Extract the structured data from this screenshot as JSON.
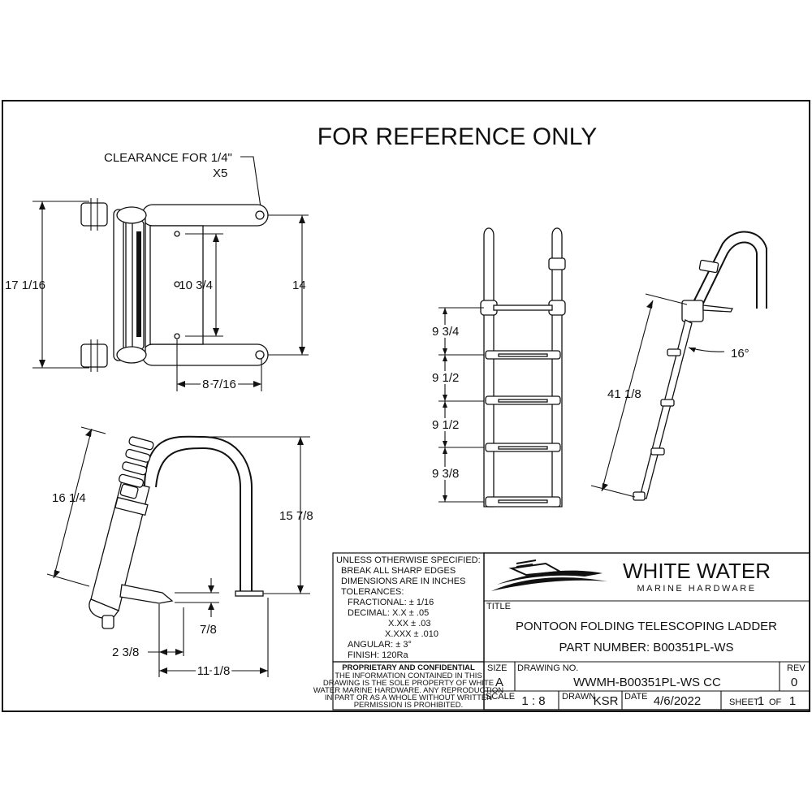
{
  "header": {
    "title": "FOR REFERENCE ONLY"
  },
  "callouts": {
    "clearance": "CLEARANCE FOR 1/4\"",
    "clearance_qty": "X5"
  },
  "dimensions": {
    "top_overall_height": "17 1/16",
    "top_inner_spacing": "10 3/4",
    "top_mount_spacing": "14",
    "top_width": "8 7/16",
    "side_diag": "16 1/4",
    "side_height": "15 7/8",
    "side_offset": "7/8",
    "side_small": "2 3/8",
    "side_depth": "11 1/8",
    "step1": "9 3/4",
    "step2": "9 1/2",
    "step3": "9 1/2",
    "step4": "9 3/8",
    "ext_length": "41 1/8",
    "angle": "16°"
  },
  "notes": {
    "lines": [
      "UNLESS OTHERWISE SPECIFIED:",
      "BREAK ALL SHARP EDGES",
      "DIMENSIONS ARE IN INCHES",
      "TOLERANCES:",
      "FRACTIONAL: ± 1/16",
      "DECIMAL: X.X ± .05",
      "X.XX ± .03",
      "X.XXX ± .010",
      "ANGULAR: ± 3°",
      "FINISH: 120Ra"
    ],
    "proprietary_title": "PROPRIETARY AND CONFIDENTIAL",
    "proprietary_lines": [
      "THE INFORMATION CONTAINED IN THIS",
      "DRAWING IS THE SOLE PROPERTY OF WHITE",
      "WATER MARINE HARDWARE. ANY REPRODUCTION",
      "IN PART OR AS A WHOLE WITHOUT WRITTEN",
      "PERMISSION IS PROHIBITED."
    ]
  },
  "title_block": {
    "company": "WHITE WATER",
    "company_sub": "MARINE HARDWARE",
    "title_label": "TITLE",
    "title_line1": "PONTOON FOLDING TELESCOPING LADDER",
    "title_line2": "PART NUMBER: B00351PL-WS",
    "size_label": "SIZE",
    "size": "A",
    "drawing_no_label": "DRAWING NO.",
    "drawing_no": "WWMH-B00351PL-WS CC",
    "rev_label": "REV",
    "rev": "0",
    "scale_label": "SCALE",
    "scale": "1 : 8",
    "drawn_label": "DRAWN",
    "drawn": "KSR",
    "date_label": "DATE",
    "date": "4/6/2022",
    "sheet_label": "SHEET",
    "sheet": "1",
    "of_label": "OF",
    "sheet_total": "1"
  }
}
